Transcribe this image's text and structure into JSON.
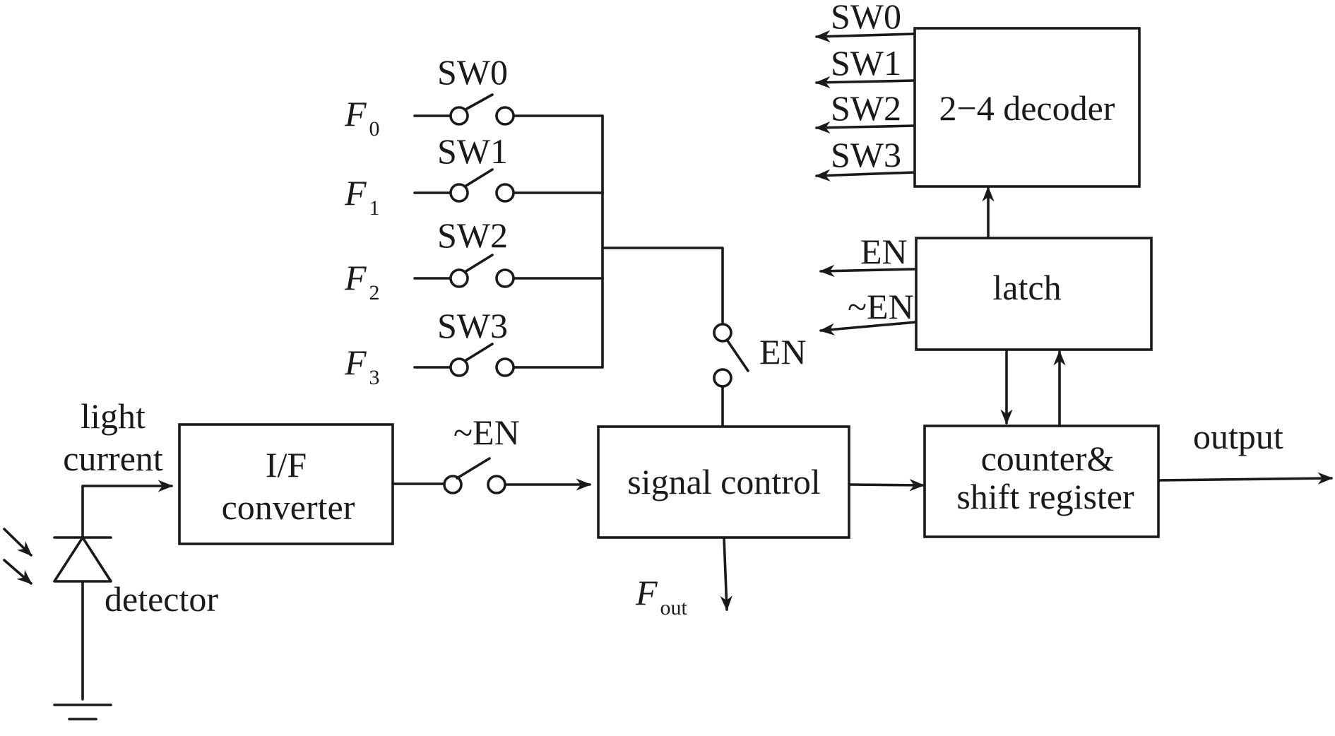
{
  "blocks": {
    "decoder": "2−4 decoder",
    "latch": "latch",
    "if_converter": [
      "I/F",
      "converter"
    ],
    "signal_control": "signal control",
    "counter": [
      "counter&",
      "shift register"
    ]
  },
  "switches": {
    "sw0": "SW0",
    "sw1": "SW1",
    "sw2": "SW2",
    "sw3": "SW3",
    "en": "EN",
    "not_en": "~EN"
  },
  "inputs": [
    {
      "var": "F",
      "sub": "0"
    },
    {
      "var": "F",
      "sub": "1"
    },
    {
      "var": "F",
      "sub": "2"
    },
    {
      "var": "F",
      "sub": "3"
    }
  ],
  "decoder_outputs": [
    "SW0",
    "SW1",
    "SW2",
    "SW3"
  ],
  "latch_outputs": [
    "EN",
    "~EN"
  ],
  "fout": {
    "var": "F",
    "sub": "out"
  },
  "labels": {
    "light_current": [
      "light",
      "current"
    ],
    "detector": "detector",
    "output": "output"
  }
}
